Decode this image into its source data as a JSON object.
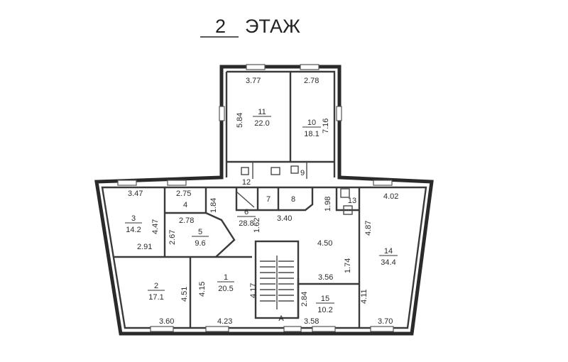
{
  "title": {
    "number": "2",
    "word": "ЭТАЖ"
  },
  "rooms": [
    {
      "id": "r1",
      "num": "1",
      "area": "20.5"
    },
    {
      "id": "r2",
      "num": "2",
      "area": "17.1"
    },
    {
      "id": "r3",
      "num": "3",
      "area": "14.2"
    },
    {
      "id": "r4",
      "num": "4",
      "area": ""
    },
    {
      "id": "r5",
      "num": "5",
      "area": "9.6"
    },
    {
      "id": "r6",
      "num": "6",
      "area": "28.8"
    },
    {
      "id": "r7",
      "num": "7",
      "area": ""
    },
    {
      "id": "r8",
      "num": "8",
      "area": ""
    },
    {
      "id": "r9",
      "num": "9",
      "area": ""
    },
    {
      "id": "r10",
      "num": "10",
      "area": "18.1"
    },
    {
      "id": "r11",
      "num": "11",
      "area": "22.0"
    },
    {
      "id": "r12",
      "num": "12",
      "area": ""
    },
    {
      "id": "r13",
      "num": "13",
      "area": ""
    },
    {
      "id": "r14",
      "num": "14",
      "area": "34.4"
    },
    {
      "id": "r15",
      "num": "15",
      "area": "10.2"
    }
  ],
  "dimensions": {
    "d_377": "3.77",
    "d_278a": "2.78",
    "d_584": "5.84",
    "d_716": "7.16",
    "d_347": "3.47",
    "d_275": "2.75",
    "d_184": "1.84",
    "d_447": "4.47",
    "d_278b": "2.78",
    "d_267": "2.67",
    "d_291": "2.91",
    "d_162": "1.62",
    "d_340": "3.40",
    "d_198": "1.98",
    "d_402": "4.02",
    "d_487": "4.87",
    "d_450": "4.50",
    "d_174": "1.74",
    "d_356": "3.56",
    "d_451": "4.51",
    "d_415": "4.15",
    "d_417": "4.17",
    "d_284": "2.84",
    "d_411": "4.11",
    "d_360": "3.60",
    "d_423": "4.23",
    "d_358": "3.58",
    "d_370": "3.70"
  },
  "stair_label": "A"
}
